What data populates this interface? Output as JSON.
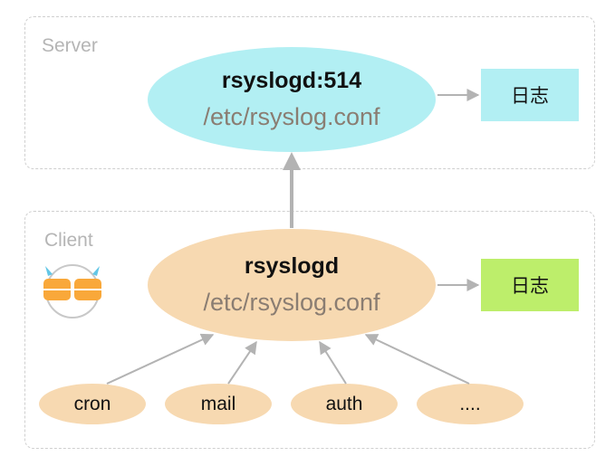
{
  "server": {
    "group_label": "Server",
    "daemon_title": "rsyslogd:514",
    "daemon_config": "/etc/rsyslog.conf",
    "log_label": "日志"
  },
  "client": {
    "group_label": "Client",
    "daemon_title": "rsyslogd",
    "daemon_config": "/etc/rsyslog.conf",
    "log_label": "日志",
    "sources": [
      "cron",
      "mail",
      "auth",
      "...."
    ]
  },
  "colors": {
    "server_ellipse": "#b2eff3",
    "server_log": "#b2eff3",
    "client_ellipse": "#f7d9b1",
    "client_log": "#bdee6b",
    "source_ellipse": "#f7d9b1",
    "arrow": "#b3b3b3"
  },
  "icons": {
    "client_icon": "router-icon"
  }
}
